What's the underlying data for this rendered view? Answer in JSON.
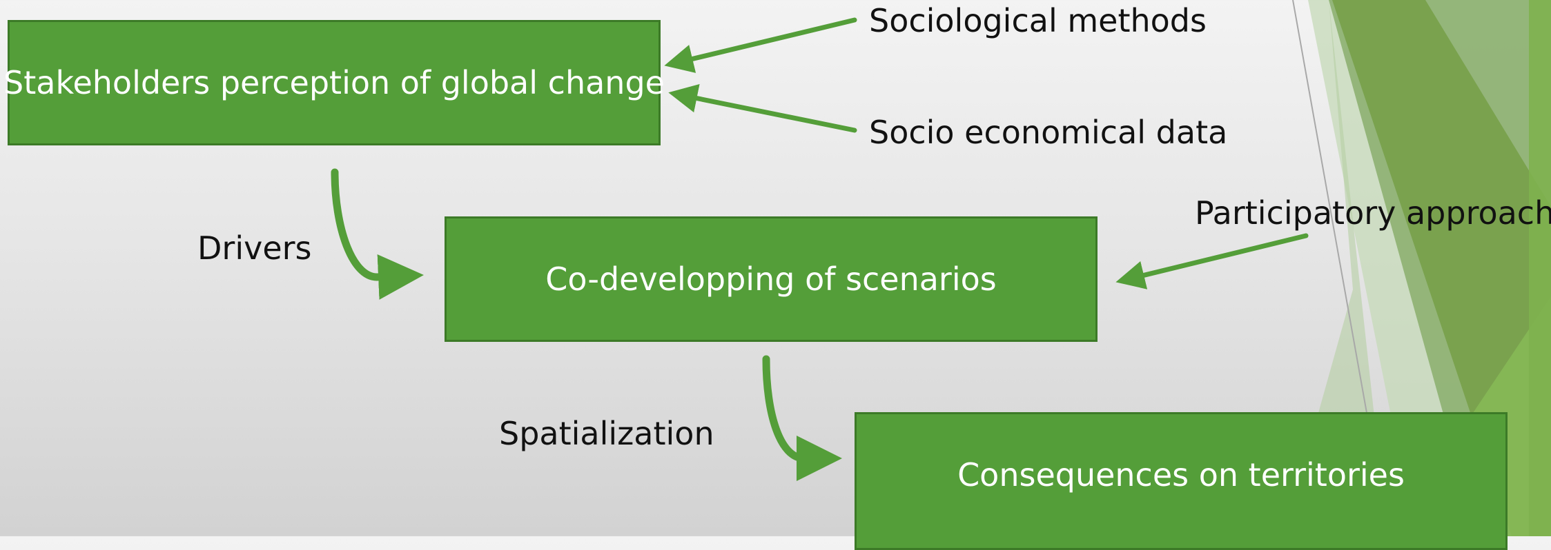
{
  "boxes": {
    "perception": "Stakeholders perception of global change",
    "scenarios": "Co-developping of scenarios",
    "consequences": "Consequences on territories"
  },
  "labels": {
    "sociological_methods": "Sociological methods",
    "socio_economical_data": "Socio economical data",
    "participatory_approach": "Participatory approach",
    "drivers": "Drivers",
    "spatialization": "Spatialization"
  },
  "colors": {
    "box_fill": "#549e39",
    "box_border": "#3c7a27",
    "arrow": "#549e39",
    "box_text": "#ffffff",
    "label_text": "#111111"
  }
}
